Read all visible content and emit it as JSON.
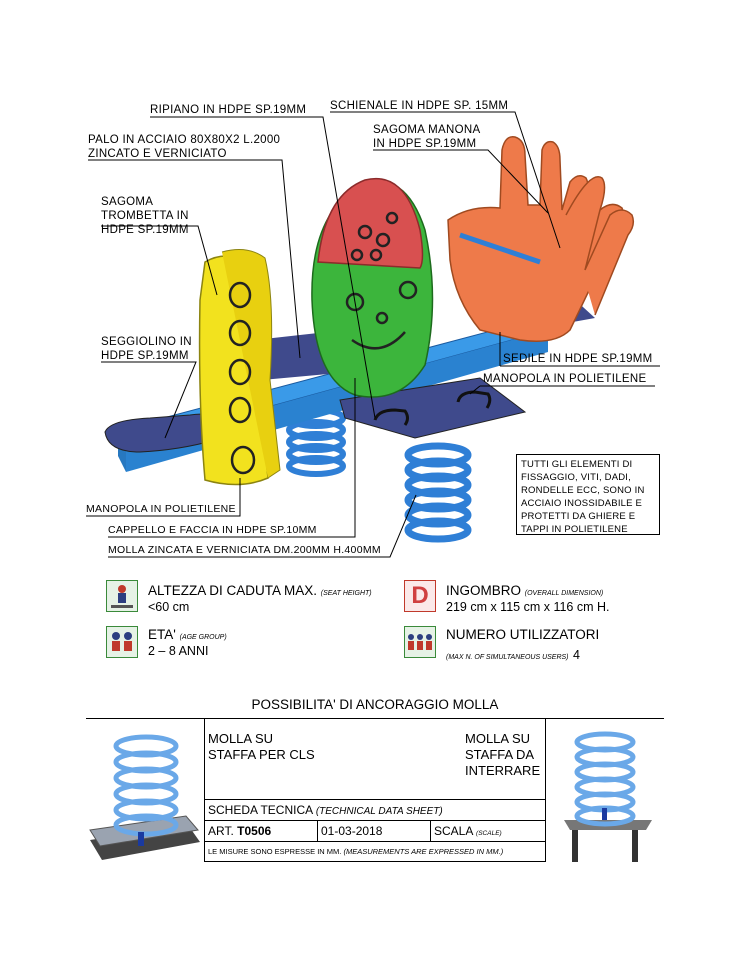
{
  "labels": {
    "ripiano": "RIPIANO IN HDPE SP.19MM",
    "schienale": "SCHIENALE IN HDPE SP. 15MM",
    "sagoma_manona_1": "SAGOMA MANONA",
    "sagoma_manona_2": "IN HDPE SP.19MM",
    "palo_1": "PALO IN ACCIAIO 80X80X2 L.2000",
    "palo_2": "ZINCATO E VERNICIATO",
    "trombetta_1": "SAGOMA",
    "trombetta_2": "TROMBETTA IN",
    "trombetta_3": "HDPE SP.19MM",
    "seggiolino_1": "SEGGIOLINO IN",
    "seggiolino_2": "HDPE SP.19MM",
    "sedile": "SEDILE IN HDPE SP.19MM",
    "manopola_right": "MANOPOLA IN POLIETILENE",
    "manopola_left": "MANOPOLA IN POLIETILENE",
    "cappello": "CAPPELLO E FACCIA IN HDPE SP.10MM",
    "molla": "MOLLA ZINCATA E VERNICIATA DM.200MM H.400MM"
  },
  "note_lines": [
    "TUTTI GLI ELEMENTI DI",
    "FISSAGGIO, VITI, DADI,",
    "RONDELLE ECC, SONO IN",
    "ACCIAIO INOSSIDABILE E",
    "PROTETTI DA GHIERE E",
    "TAPPI IN POLIETILENE"
  ],
  "specs": {
    "fall_height": {
      "title": "ALTEZZA DI CADUTA MAX.",
      "sub": "(SEAT HEIGHT)",
      "value": "<60 cm"
    },
    "dimension": {
      "icon_letter": "D",
      "title": "INGOMBRO",
      "sub": "(OVERALL DIMENSION)",
      "value": "219 cm x 115 cm x 116 cm H."
    },
    "age": {
      "title": "ETA'",
      "sub": "(AGE GROUP)",
      "value": "2 – 8 ANNI"
    },
    "users": {
      "title": "NUMERO UTILIZZATORI",
      "sub": "(MAX N. OF SIMULTANEOUS USERS)",
      "value": "4"
    }
  },
  "anchoring_title": "POSSIBILITA' DI ANCORAGGIO MOLLA",
  "table": {
    "left_option_1": "MOLLA SU",
    "left_option_2": "STAFFA PER CLS",
    "right_option_1": "MOLLA SU",
    "right_option_2": "STAFFA DA",
    "right_option_3": "INTERRARE",
    "sheet_title": "SCHEDA TECNICA",
    "sheet_title_en": "(TECHNICAL DATA SHEET)",
    "art_label": "ART.",
    "art_code": "T0506",
    "date": "01-03-2018",
    "scale_label": "SCALA",
    "scale_en": "(SCALE)",
    "measures": "LE MISURE SONO ESPRESSE IN MM.",
    "measures_en": "(MEASUREMENTS ARE EXPRESSED IN MM.)"
  },
  "colors": {
    "yellow": "#f2e21e",
    "green": "#3cb53c",
    "red": "#d85050",
    "orange": "#ee7a4a",
    "blue": "#3a8fe0",
    "navy": "#3f4a8c"
  }
}
